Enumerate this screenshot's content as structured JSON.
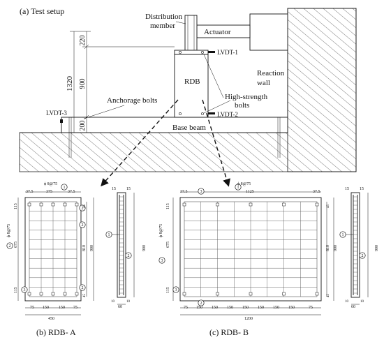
{
  "setup": {
    "title": "(a) Test setup",
    "distribution_member": "Distribution member",
    "distribution_member_l1": "Distribution",
    "distribution_member_l2": "member",
    "actuator": "Actuator",
    "lvdt1": "LVDT-1",
    "lvdt2": "LVDT-2",
    "lvdt3": "LVDT-3",
    "rdb": "RDB",
    "reaction_wall_l1": "Reaction",
    "reaction_wall_l2": "wall",
    "high_strength_l1": "High-strength",
    "high_strength_l2": "bolts",
    "anchorage_bolts": "Anchorage bolts",
    "base_beam": "Base beam",
    "dim_total": "1320",
    "dim_top": "220",
    "dim_mid": "900",
    "dim_bot": "200"
  },
  "rdb_a": {
    "caption": "(b) RDB- A",
    "stirrup": "ϕ 8@75",
    "top_dims": [
      "37.5",
      "375",
      "37.5"
    ],
    "left_top": "115",
    "left_mid": "675",
    "left_bot": "115",
    "right_inner": "810",
    "right_outer": "900",
    "right_small_top": "45",
    "right_small_bot": "45",
    "bottom_dims": [
      "75",
      "150",
      "150",
      "75"
    ],
    "total_width": "450",
    "markers": [
      "1",
      "2",
      "2",
      "3",
      "2"
    ],
    "side_markers": [
      "1",
      "2"
    ],
    "side_top": [
      "15",
      "15"
    ],
    "side_height": "900",
    "side_bottom": [
      "10",
      "10"
    ],
    "side_width": "60"
  },
  "rdb_b": {
    "caption": "(c) RDB- B",
    "stirrup": "ϕ 8@75",
    "top_dims": [
      "37.5",
      "1125",
      "37.5"
    ],
    "left_top": "115",
    "left_mid": "675",
    "left_bot": "115",
    "right_inner": "810",
    "right_outer": "900",
    "right_small_top": "45",
    "right_small_bot": "45",
    "bottom_dims": [
      "75",
      "150",
      "150",
      "150",
      "150",
      "150",
      "150",
      "150",
      "75"
    ],
    "total_width": "1200",
    "markers": [
      "1",
      "3",
      "3",
      "2"
    ],
    "side_markers": [
      "1",
      "2"
    ],
    "side_top": [
      "15",
      "15"
    ],
    "side_height": "900",
    "side_bottom": [
      "10",
      "10"
    ],
    "side_width": "60"
  }
}
